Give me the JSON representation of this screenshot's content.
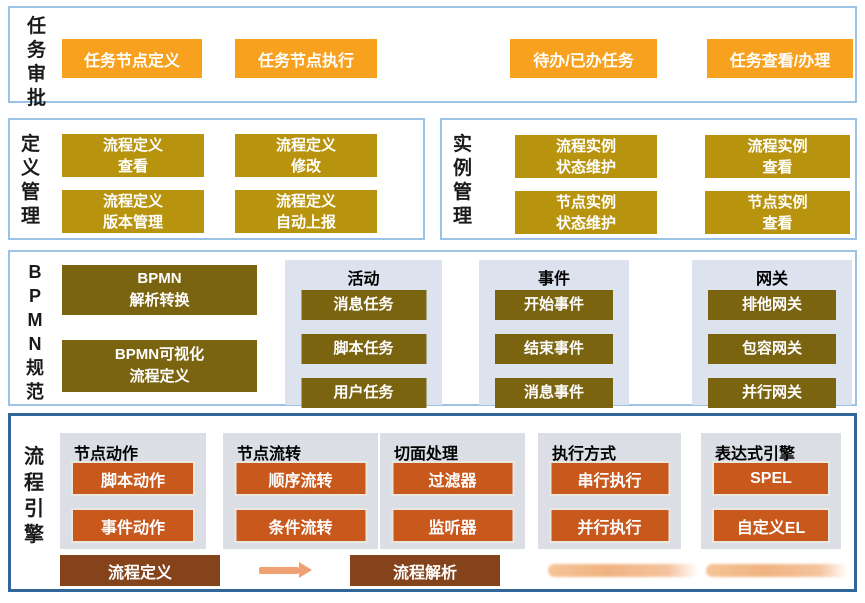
{
  "colors": {
    "orange": "#F8A11E",
    "gold": "#B8940E",
    "olive": "#7B6410",
    "rust": "#C8581C",
    "brown": "#84431A",
    "flow_arrow": "#EFA173",
    "panel_blue_gray": "#DCE3EE",
    "panel_gray": "#DBDEE4",
    "section_border_light": "#9CC3E6",
    "section_border_dark": "#31669B"
  },
  "sections": {
    "task_approval": {
      "label": "任\n务\n审\n批",
      "buttons": [
        "任务节点定义",
        "任务节点执行",
        "待办/已办任务",
        "任务查看/办理"
      ]
    },
    "definition_mgmt": {
      "label": "定\n义\n管\n理",
      "buttons": [
        "流程定义\n查看",
        "流程定义\n修改",
        "流程定义\n版本管理",
        "流程定义\n自动上报"
      ]
    },
    "instance_mgmt": {
      "label": "实\n例\n管\n理",
      "buttons": [
        "流程实例\n状态维护",
        "流程实例\n查看",
        "节点实例\n状态维护",
        "节点实例\n查看"
      ]
    },
    "bpmn_spec": {
      "label": "B\nP\nM\nN\n规\n范",
      "buttons": [
        "BPMN\n解析转换",
        "BPMN可视化\n流程定义"
      ],
      "panels": [
        {
          "title": "活动",
          "items": [
            "消息任务",
            "脚本任务",
            "用户任务"
          ]
        },
        {
          "title": "事件",
          "items": [
            "开始事件",
            "结束事件",
            "消息事件"
          ]
        },
        {
          "title": "网关",
          "items": [
            "排他网关",
            "包容网关",
            "并行网关"
          ]
        }
      ]
    },
    "process_engine": {
      "label": "流\n程\n引\n擎",
      "panels": [
        {
          "title": "节点动作",
          "items": [
            "脚本动作",
            "事件动作"
          ]
        },
        {
          "title": "节点流转",
          "items": [
            "顺序流转",
            "条件流转"
          ]
        },
        {
          "title": "切面处理",
          "items": [
            "过滤器",
            "监听器"
          ]
        },
        {
          "title": "执行方式",
          "items": [
            "串行执行",
            "并行执行"
          ]
        },
        {
          "title": "表达式引擎",
          "items": [
            "SPEL",
            "自定义EL"
          ]
        }
      ],
      "flow": [
        "流程定义",
        "流程解析"
      ]
    }
  }
}
